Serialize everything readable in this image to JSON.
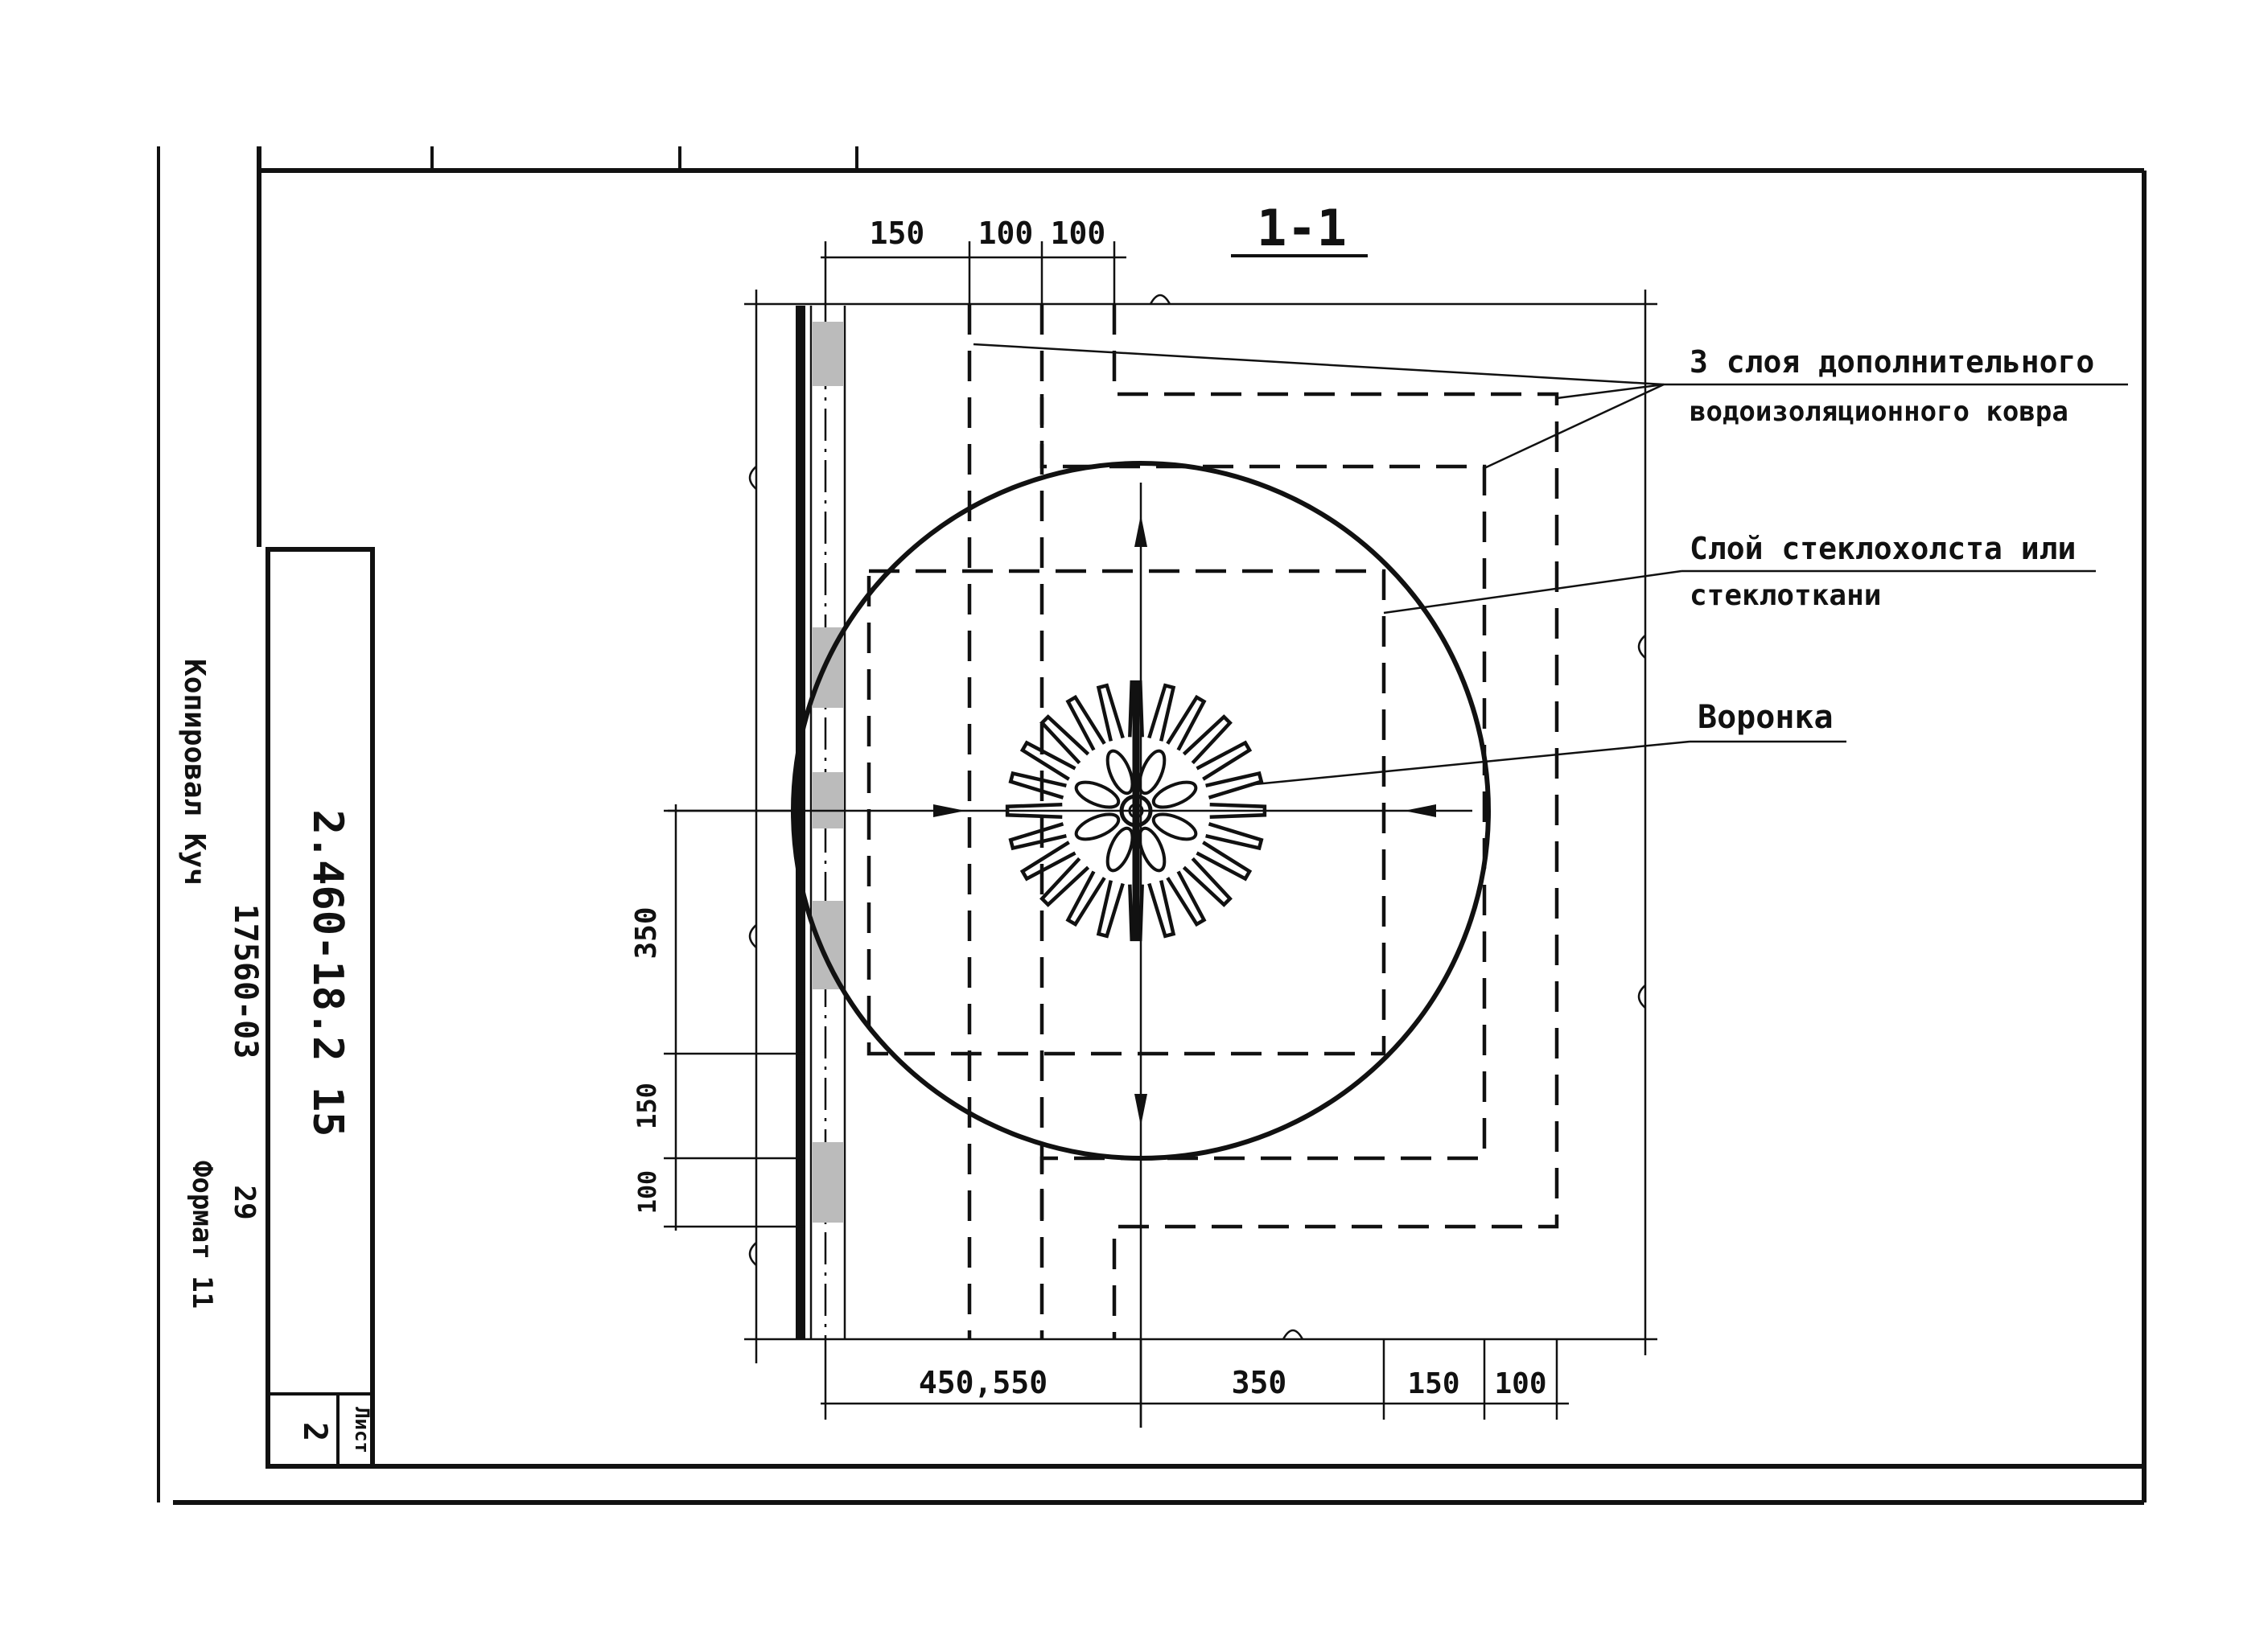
{
  "section_title": "1-1",
  "labels": {
    "layers_line1": "3 слоя дополнительного",
    "layers_line2": "водоизоляционного ковра",
    "glass_line1": "Слой стеклохолста или",
    "glass_line2": "стеклоткани",
    "funnel": "Воронка"
  },
  "dimensions": {
    "top_150": "150",
    "top_100a": "100",
    "top_100b": "100",
    "left_350": "350",
    "left_150": "150",
    "left_100": "100",
    "bottom_450_550": "450,550",
    "bottom_350": "350",
    "bottom_150": "150",
    "bottom_100": "100"
  },
  "title_block": {
    "document_code": "2.460-18.2 15",
    "sheet_number": "2",
    "sheet_label": "Лист"
  },
  "margin": {
    "copied_by": "Копировал Куч",
    "order_number": "17560-03",
    "page_number": "29",
    "format": "Формат 11"
  }
}
